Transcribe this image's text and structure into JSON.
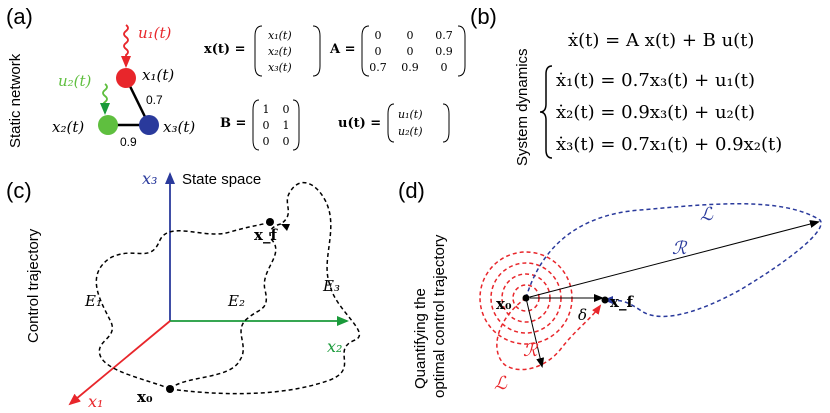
{
  "panel_a": {
    "label": "(a)",
    "side_title": "Static network",
    "nodes": {
      "x1": "x₁(t)",
      "x2": "x₂(t)",
      "x3": "x₃(t)"
    },
    "inputs": {
      "u1": "u₁(t)",
      "u2": "u₂(t)"
    },
    "edge_weights": {
      "w13": "0.7",
      "w23": "0.9"
    },
    "x_vec": {
      "name": "x(t) =",
      "rows": [
        "x₁(t)",
        "x₂(t)",
        "x₃(t)"
      ]
    },
    "A_mat": {
      "name": "A =",
      "rows": [
        [
          "0",
          "0",
          "0.7"
        ],
        [
          "0",
          "0",
          "0.9"
        ],
        [
          "0.7",
          "0.9",
          "0"
        ]
      ]
    },
    "B_mat": {
      "name": "B =",
      "rows": [
        [
          "1",
          "0"
        ],
        [
          "0",
          "1"
        ],
        [
          "0",
          "0"
        ]
      ]
    },
    "u_vec": {
      "name": "u(t) =",
      "rows": [
        "u₁(t)",
        "u₂(t)"
      ]
    },
    "colors": {
      "x1": "#e8262b",
      "x2": "#5fbf3f",
      "x3": "#2a3a9c",
      "u1": "#e8262b",
      "u2": "#5fbf3f"
    }
  },
  "panel_b": {
    "label": "(b)",
    "side_title": "System dynamics",
    "main_eq": "ẋ(t) = A x(t) + B u(t)",
    "eqs": [
      "ẋ₁(t) = 0.7x₃(t) + u₁(t)",
      "ẋ₂(t) = 0.9x₃(t) + u₂(t)",
      "ẋ₃(t) = 0.7x₁(t) + 0.9x₂(t)"
    ]
  },
  "panel_c": {
    "label": "(c)",
    "side_title": "Control trajectory",
    "state_space": "State space",
    "axes": {
      "x1": "x₁",
      "x2": "x₂",
      "x3": "x₃"
    },
    "x0": "x₀",
    "xf": "x_f",
    "paths": [
      "E₁",
      "E₂",
      "E₃"
    ],
    "colors": {
      "x1": "#e8262b",
      "x2": "#1a9a3a",
      "x3": "#2a3a9c"
    }
  },
  "panel_d": {
    "label": "(d)",
    "side_title_1": "Quantifying the",
    "side_title_2": "optimal control trajectory",
    "L": "ℒ",
    "R": "ℛ",
    "delta": "δ",
    "x0": "x₀",
    "xf": "x_f",
    "colors": {
      "blue": "#2a3a9c",
      "red": "#e8262b"
    }
  }
}
